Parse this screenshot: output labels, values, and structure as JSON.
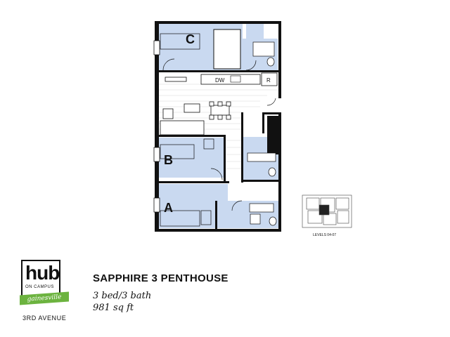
{
  "floorplan": {
    "rooms": [
      {
        "id": "C",
        "label": "C"
      },
      {
        "id": "B",
        "label": "B"
      },
      {
        "id": "A",
        "label": "A"
      }
    ],
    "appliances": {
      "dishwasher": "DW",
      "refrigerator": "R"
    },
    "keyplan_caption": "LEVELS 04-07"
  },
  "brand": {
    "name": "hub",
    "tagline": "ON CAMPUS",
    "city": "gainesville",
    "street": "3RD AVENUE",
    "accent_color": "#6cb33f"
  },
  "unit": {
    "name": "SAPPHIRE 3 PENTHOUSE",
    "beds_baths": "3 bed/3 bath",
    "area": "981 sq ft"
  },
  "colors": {
    "bedroom_fill": "#c9d9f0",
    "wall": "#111111"
  }
}
